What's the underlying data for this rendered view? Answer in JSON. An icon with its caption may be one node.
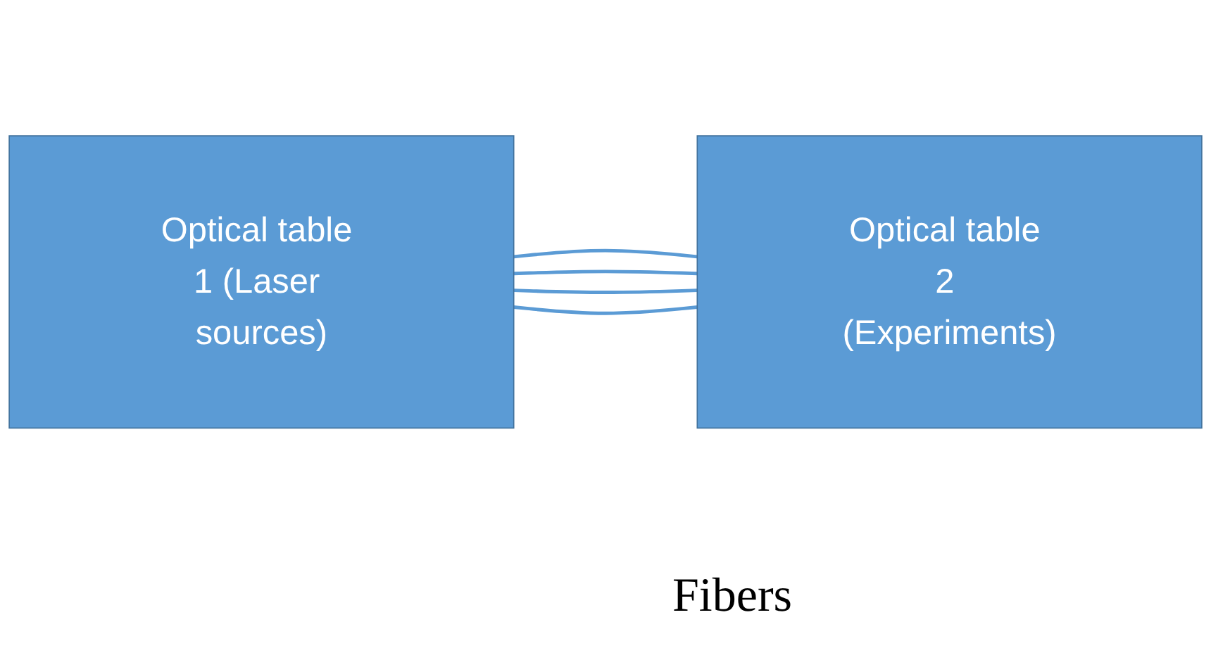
{
  "diagram": {
    "nodes": [
      {
        "text": [
          "Optical table 1 (Laser sources)"
        ]
      },
      {
        "text": [
          "Optical table 2 (Experiments)"
        ]
      }
    ],
    "edges": [
      {
        "from": 0,
        "to": 1,
        "arrow": "none"
      },
      {
        "from": 0,
        "to": 1,
        "arrow": "none"
      },
      {
        "from": 0,
        "to": 1,
        "arrow": "none"
      },
      {
        "from": 0,
        "to": 1,
        "arrow": "none"
      }
    ],
    "labels": [
      "Fibers"
    ]
  }
}
